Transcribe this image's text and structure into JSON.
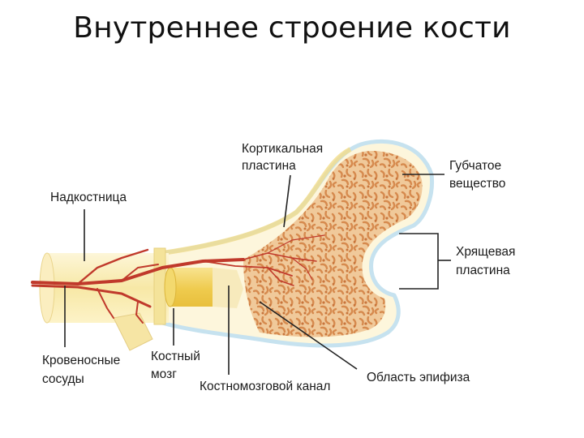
{
  "title": "Внутреннее строение кости",
  "labels": {
    "cortical_1": "Кортикальная",
    "cortical_2": "пластина",
    "spongy_1": "Губчатое",
    "spongy_2": "вещество",
    "periosteum": "Надкостница",
    "cartilage_1": "Хрящевая",
    "cartilage_2": "пластина",
    "vessels_1": "Кровеносные",
    "vessels_2": "сосуды",
    "marrow_1": "Костный",
    "marrow_2": "мозг",
    "canal": "Костномозговой канал",
    "epiphysis": "Область эпифиза"
  },
  "colors": {
    "periosteum": "#fbf1c8",
    "cortical": "#f6e9a4",
    "marrow": "#f0cf56",
    "spongy_base": "#f0c99a",
    "spongy_dots": "#d68a4e",
    "cartilage_outline": "#c6e2ef",
    "vessels": "#c0392b",
    "leader_lines": "#222222"
  }
}
